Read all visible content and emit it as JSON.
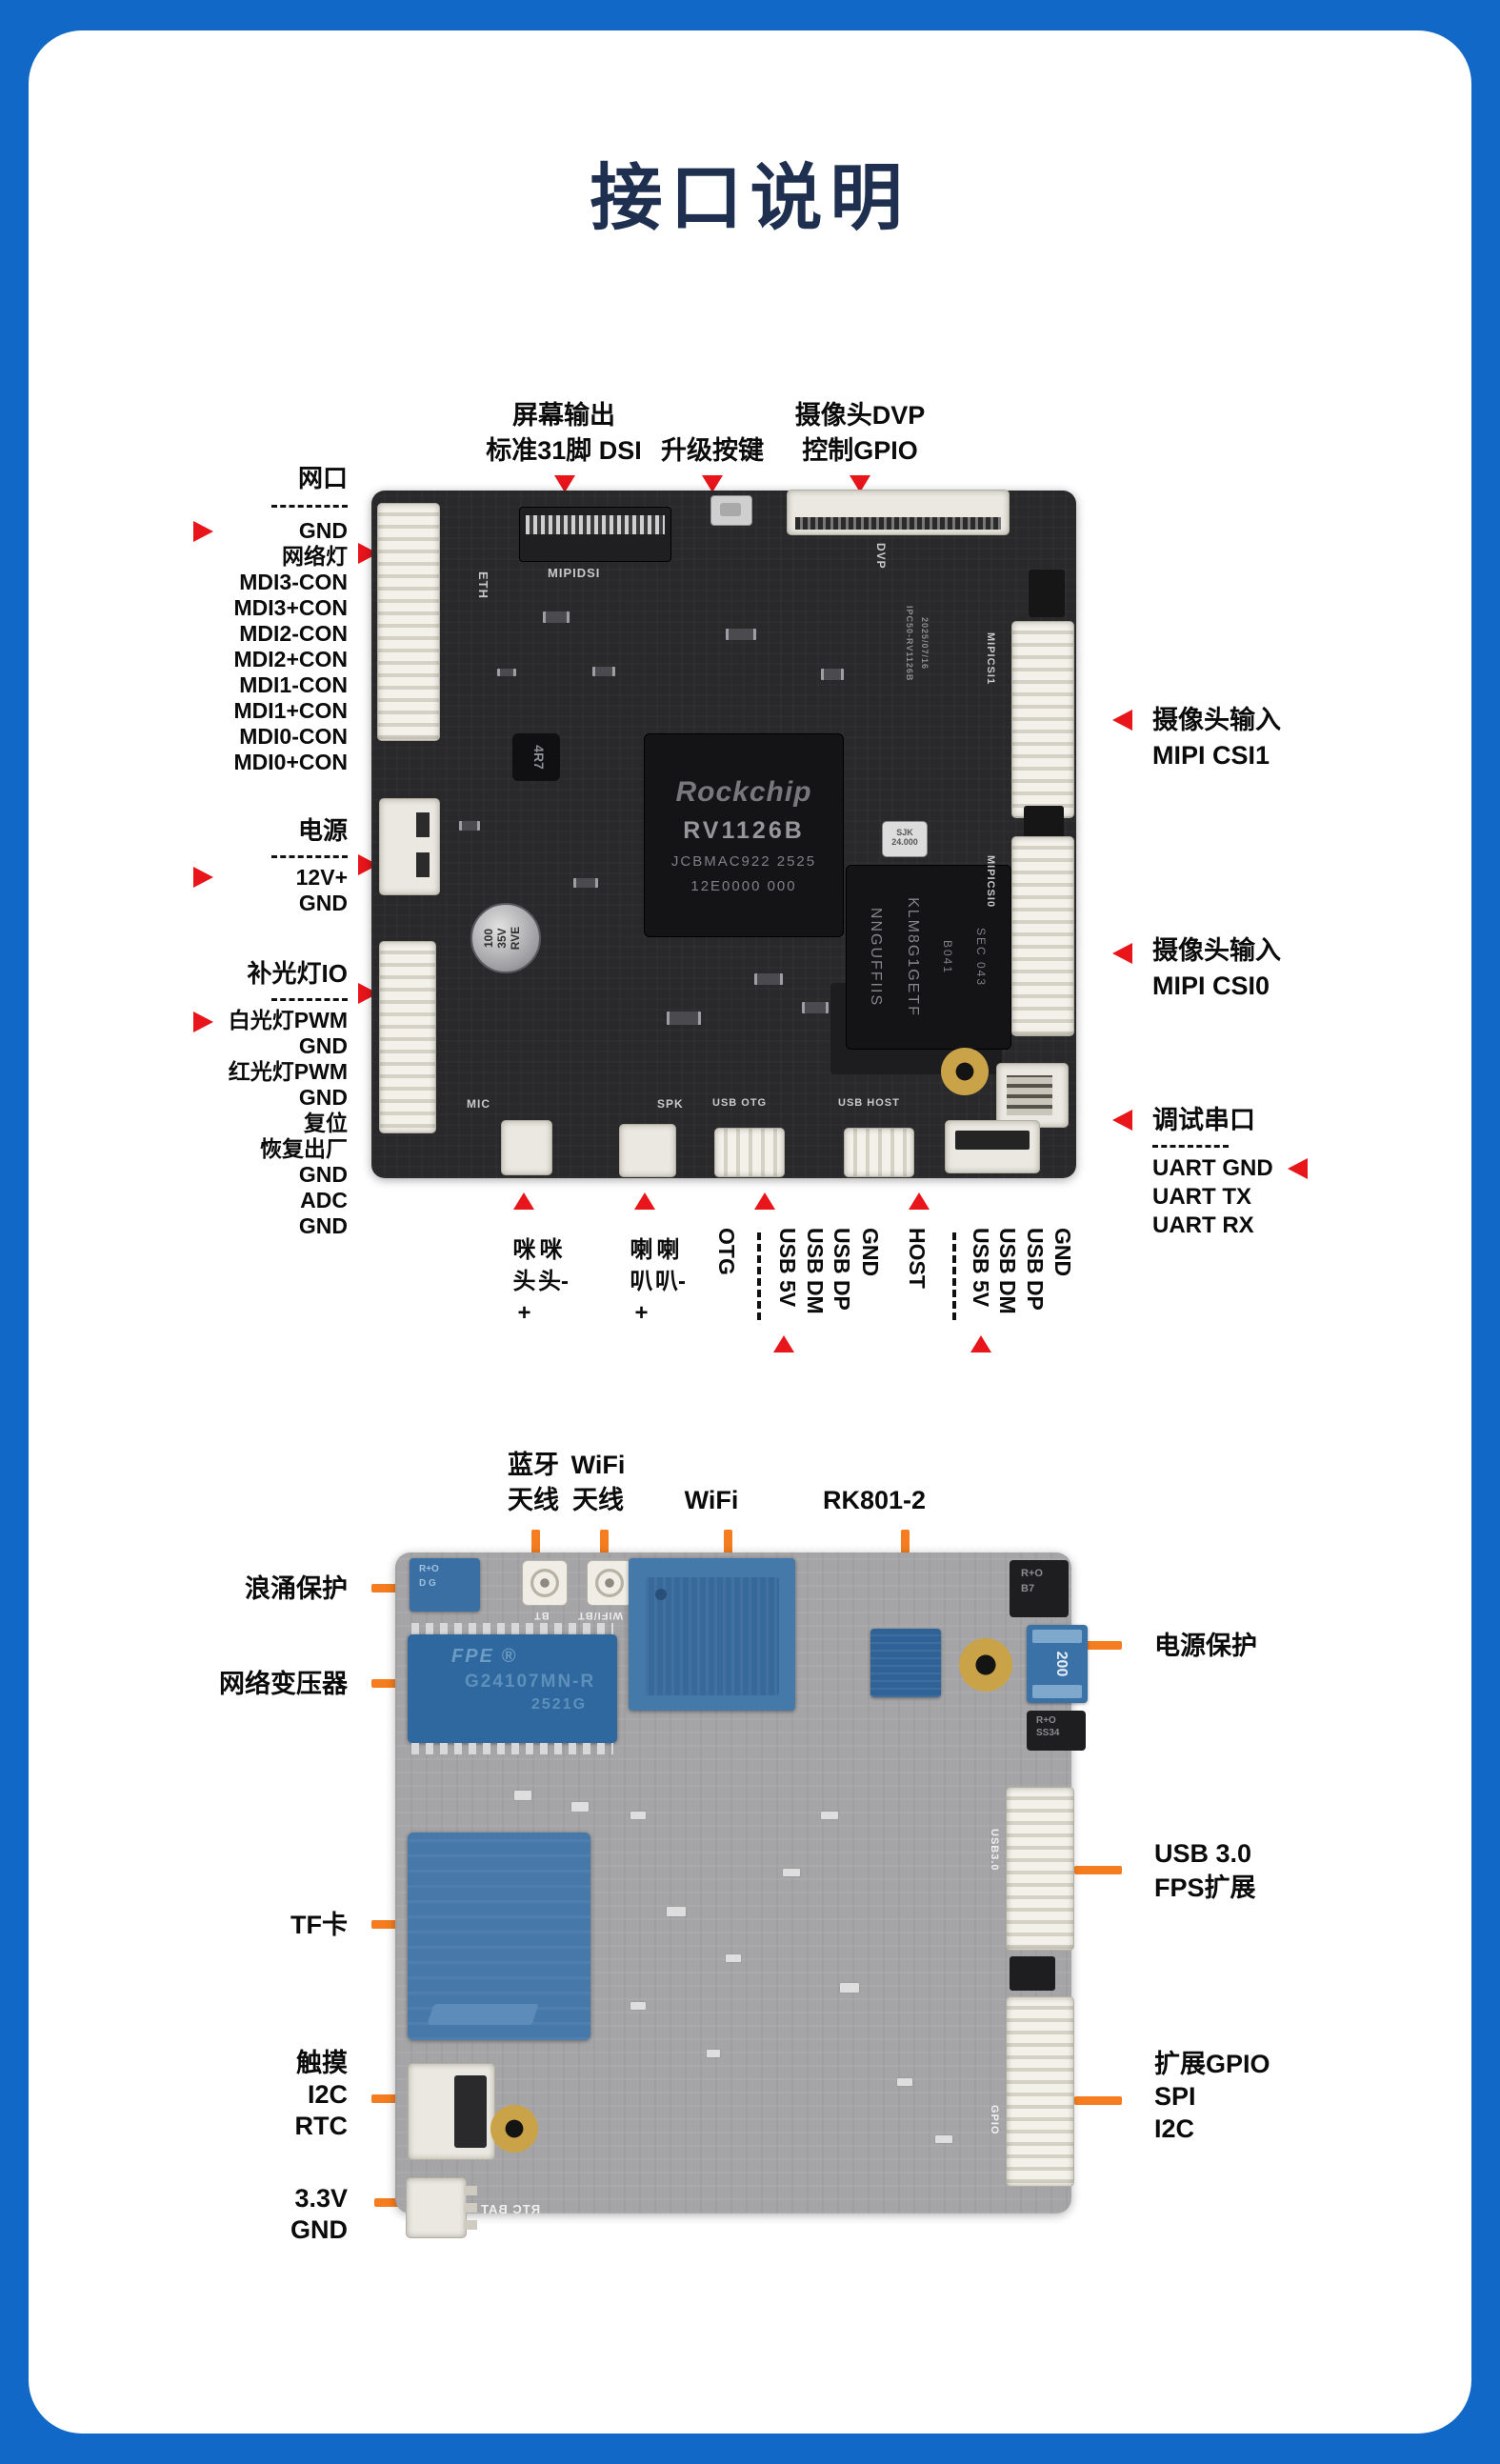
{
  "page": {
    "title": "接口说明"
  },
  "board1": {
    "callouts_top": [
      {
        "l1": "屏幕输出",
        "l2": "标准31脚 DSI"
      },
      {
        "l1": "升级按键"
      },
      {
        "l1": "摄像头DVP",
        "l2": "控制GPIO"
      }
    ],
    "eth": {
      "title": "网口",
      "pins": [
        "GND",
        "网络灯",
        "MDI3-CON",
        "MDI3+CON",
        "MDI2-CON",
        "MDI2+CON",
        "MDI1-CON",
        "MDI1+CON",
        "MDI0-CON",
        "MDI0+CON"
      ]
    },
    "power": {
      "title": "电源",
      "pins": [
        "12V+",
        "GND"
      ]
    },
    "light": {
      "title": "补光灯IO",
      "pins": [
        "白光灯PWM",
        "GND",
        "红光灯PWM",
        "GND",
        "复位",
        "恢复出厂",
        "GND",
        "ADC",
        "GND"
      ]
    },
    "csi1": {
      "l1": "摄像头输入",
      "l2": "MIPI CSI1"
    },
    "csi0": {
      "l1": "摄像头输入",
      "l2": "MIPI CSI0"
    },
    "uart": {
      "title": "调试串口",
      "pins": [
        "UART GND",
        "UART TX",
        "UART RX"
      ]
    },
    "mic": {
      "plus": "咪头+",
      "minus": "咪头-"
    },
    "spk": {
      "plus": "喇叭+",
      "minus": "喇叭-"
    },
    "otg": {
      "name": "OTG",
      "pins": [
        "USB 5V",
        "USB DM",
        "USB DP",
        "GND"
      ]
    },
    "host": {
      "name": "HOST",
      "pins": [
        "USB 5V",
        "USB DM",
        "USB DP",
        "GND"
      ]
    },
    "soc": {
      "brand": "Rockchip",
      "model": "RV1126B",
      "lot1": "JCBMAC922 2525",
      "lot2": "12E0000 000"
    },
    "emmc": {
      "l1": "SEC 043",
      "l2": "B041",
      "l3": "KLM8G1GETF",
      "l4": "NNGUFFIIS"
    },
    "cap": "100 35V RVE",
    "inductor": "4R7",
    "crystal": {
      "l1": "SJK",
      "l2": "24.000"
    },
    "silk": {
      "dsi": "MIPIDSI",
      "eth": "ETH",
      "dvp": "DVP",
      "csi1": "MIPICSI1",
      "csi0": "MIPICSI0",
      "mic": "MIC",
      "spk": "SPK",
      "otg": "USB OTG",
      "host": "USB HOST",
      "board": "IPC50-RV1126B",
      "date": "2025/07/16"
    }
  },
  "board2": {
    "callouts_top": [
      {
        "l1": "蓝牙",
        "l2": "天线"
      },
      {
        "l1": "WiFi",
        "l2": "天线"
      },
      {
        "l1": "WiFi"
      },
      {
        "l1": "RK801-2"
      }
    ],
    "surge": "浪涌保护",
    "xfmr": "网络变压器",
    "tf": "TF卡",
    "touch": {
      "l1": "触摸",
      "l2": "I2C",
      "l3": "RTC"
    },
    "rail": {
      "l1": "3.3V",
      "l2": "GND"
    },
    "protect": "电源保护",
    "usb3": {
      "l1": "USB 3.0",
      "l2": "FPS扩展"
    },
    "gpio": {
      "l1": "扩展GPIO",
      "l2": "SPI",
      "l3": "I2C"
    },
    "transformer": {
      "brand": "FPE ®",
      "model": "G24107MN-R",
      "lot": "2521G"
    },
    "fuse": "200",
    "marks": {
      "surge_top": "R+O",
      "surge_bot": "D G",
      "diode_top": "R+O",
      "diode_top2": "B7",
      "diode_bot": "R+O",
      "diode_bot2": "SS34"
    },
    "silk": {
      "bt": "BT",
      "wifibt": "WIFI/BT",
      "rtcbat": "RTC BAT",
      "usb3": "USB3.0",
      "gpio": "GPIO"
    }
  }
}
